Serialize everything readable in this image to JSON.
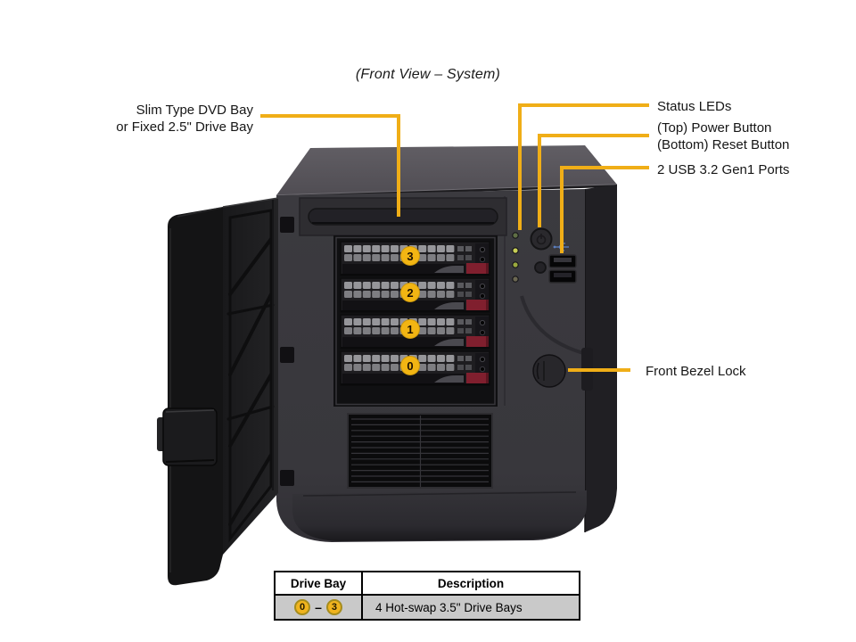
{
  "title": "(Front View – System)",
  "colors": {
    "callout_line": "#F0AE17",
    "badge_fill": "#F2B513",
    "table_row_bg": "#C9C9C9",
    "chassis_dark": "#39383D",
    "drive_accent_red": "#801F2E"
  },
  "callouts": {
    "dvd": {
      "line1": "Slim Type DVD Bay",
      "line2": "or Fixed 2.5\" Drive Bay"
    },
    "status_leds": {
      "label": "Status LEDs"
    },
    "power_reset": {
      "line1": "(Top) Power Button",
      "line2": "(Bottom) Reset Button"
    },
    "usb": {
      "label": "2 USB 3.2 Gen1 Ports"
    },
    "bezel_lock": {
      "label": "Front Bezel Lock"
    }
  },
  "bays": [
    {
      "label": "3"
    },
    {
      "label": "2"
    },
    {
      "label": "1"
    },
    {
      "label": "0"
    }
  ],
  "table": {
    "headers": [
      "Drive Bay",
      "Description"
    ],
    "row": {
      "badge_start": "0",
      "separator": "–",
      "badge_end": "3",
      "description": "4 Hot-swap 3.5\" Drive Bays"
    }
  }
}
